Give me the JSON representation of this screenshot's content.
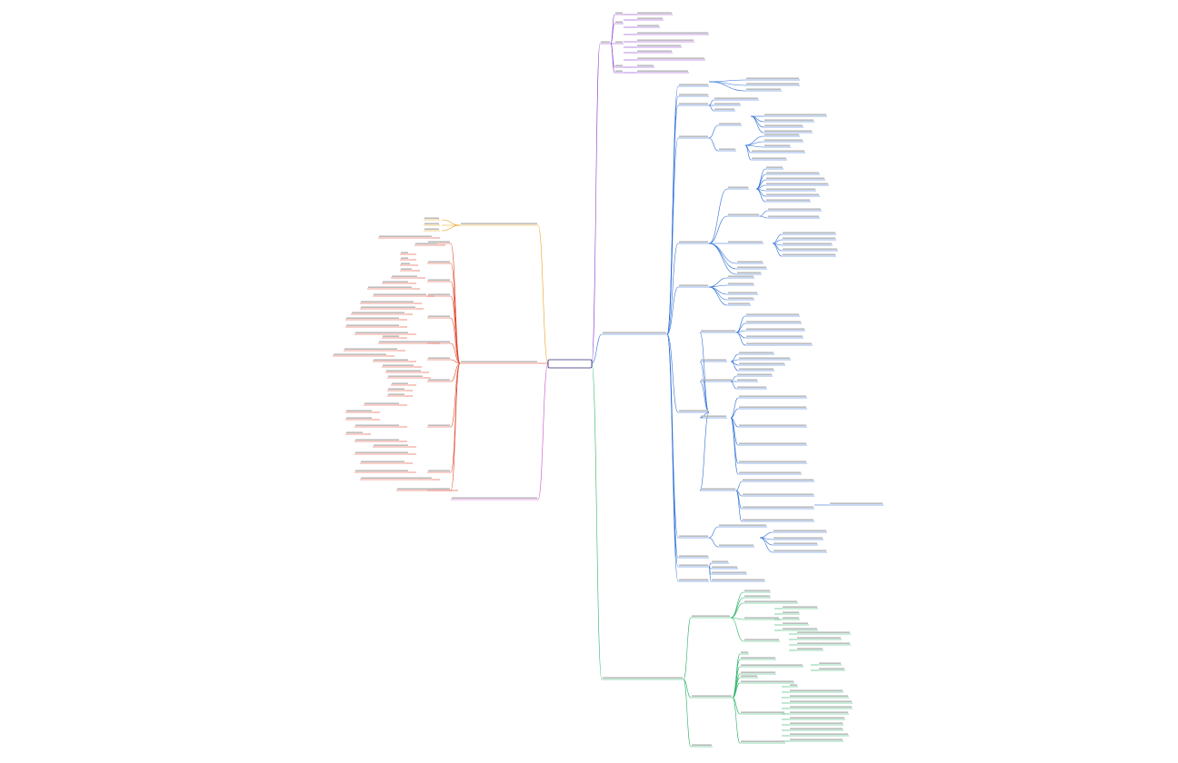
{
  "root": {
    "label": "",
    "color": "#2d2d7a"
  },
  "branches": [
    {
      "id": "purple",
      "color": "#8a3fd1",
      "label": ""
    },
    {
      "id": "blue",
      "color": "#2f6fd6",
      "label": ""
    },
    {
      "id": "green",
      "color": "#2db36a",
      "label": ""
    },
    {
      "id": "orange",
      "color": "#e8a020",
      "label": ""
    },
    {
      "id": "red",
      "color": "#e0452a",
      "label": ""
    },
    {
      "id": "magenta",
      "color": "#c84fc8",
      "label": ""
    }
  ]
}
